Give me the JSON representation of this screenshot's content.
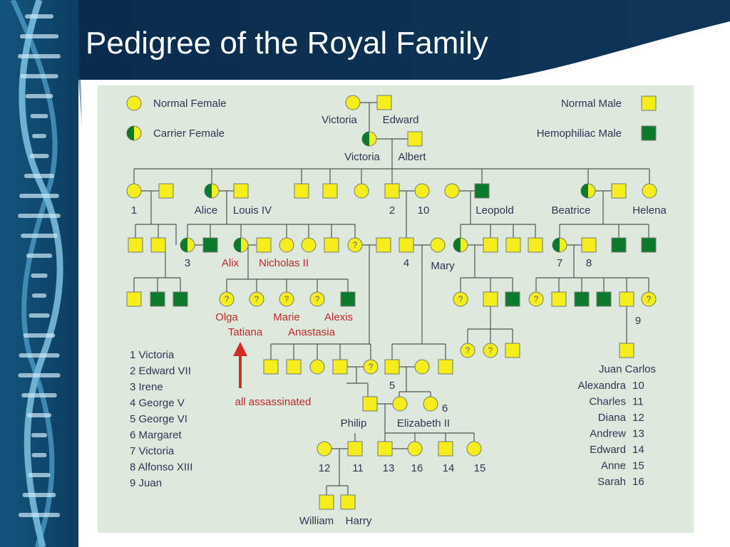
{
  "slide": {
    "title": "Pedigree of the Royal Family"
  },
  "colors": {
    "normal": "#f5ee1c",
    "hemophiliac": "#0b7a2a",
    "line": "#555555",
    "text": "#333355",
    "highlight": "#c0262a",
    "panel": "#dce9dc"
  },
  "legend": [
    {
      "type": "female",
      "status": "normal",
      "label": "Normal Female"
    },
    {
      "type": "female",
      "status": "carrier",
      "label": "Carrier Female"
    },
    {
      "type": "male",
      "status": "normal",
      "label": "Normal Male"
    },
    {
      "type": "male",
      "status": "affected",
      "label": "Hemophiliac Male"
    }
  ],
  "names": {
    "victoria_top": "Victoria",
    "edward": "Edward",
    "victoria_queen": "Victoria",
    "albert": "Albert",
    "n1": "1",
    "alice": "Alice",
    "louis": "Louis IV",
    "n2": "2",
    "n10": "10",
    "leopold": "Leopold",
    "beatrice": "Beatrice",
    "helena": "Helena",
    "n3": "3",
    "alix": "Alix",
    "nicholas": "Nicholas II",
    "n4": "4",
    "mary": "Mary",
    "n7": "7",
    "n8": "8",
    "olga": "Olga",
    "marie": "Marie",
    "alexis": "Alexis",
    "tatiana": "Tatiana",
    "anastasia": "Anastasia",
    "n9": "9",
    "juan_carlos": "Juan Carlos",
    "n5": "5",
    "n6": "6",
    "philip": "Philip",
    "elizabeth": "Elizabeth II",
    "n12": "12",
    "n11": "11",
    "n13": "13",
    "n16": "16",
    "n14": "14",
    "n15": "15",
    "william": "William",
    "harry": "Harry"
  },
  "annotation": {
    "label": "all assassinated"
  },
  "key_left": [
    "1  Victoria",
    "2  Edward VII",
    "3  Irene",
    "4  George V",
    "5  George VI",
    "6  Margaret",
    "7  Victoria",
    "8  Alfonso XIII",
    "9  Juan"
  ],
  "key_right": [
    {
      "name": "Alexandra",
      "num": "10"
    },
    {
      "name": "Charles",
      "num": "11"
    },
    {
      "name": "Diana",
      "num": "12"
    },
    {
      "name": "Andrew",
      "num": "13"
    },
    {
      "name": "Edward",
      "num": "14"
    },
    {
      "name": "Anne",
      "num": "15"
    },
    {
      "name": "Sarah",
      "num": "16"
    }
  ],
  "unknown_mark": "?"
}
